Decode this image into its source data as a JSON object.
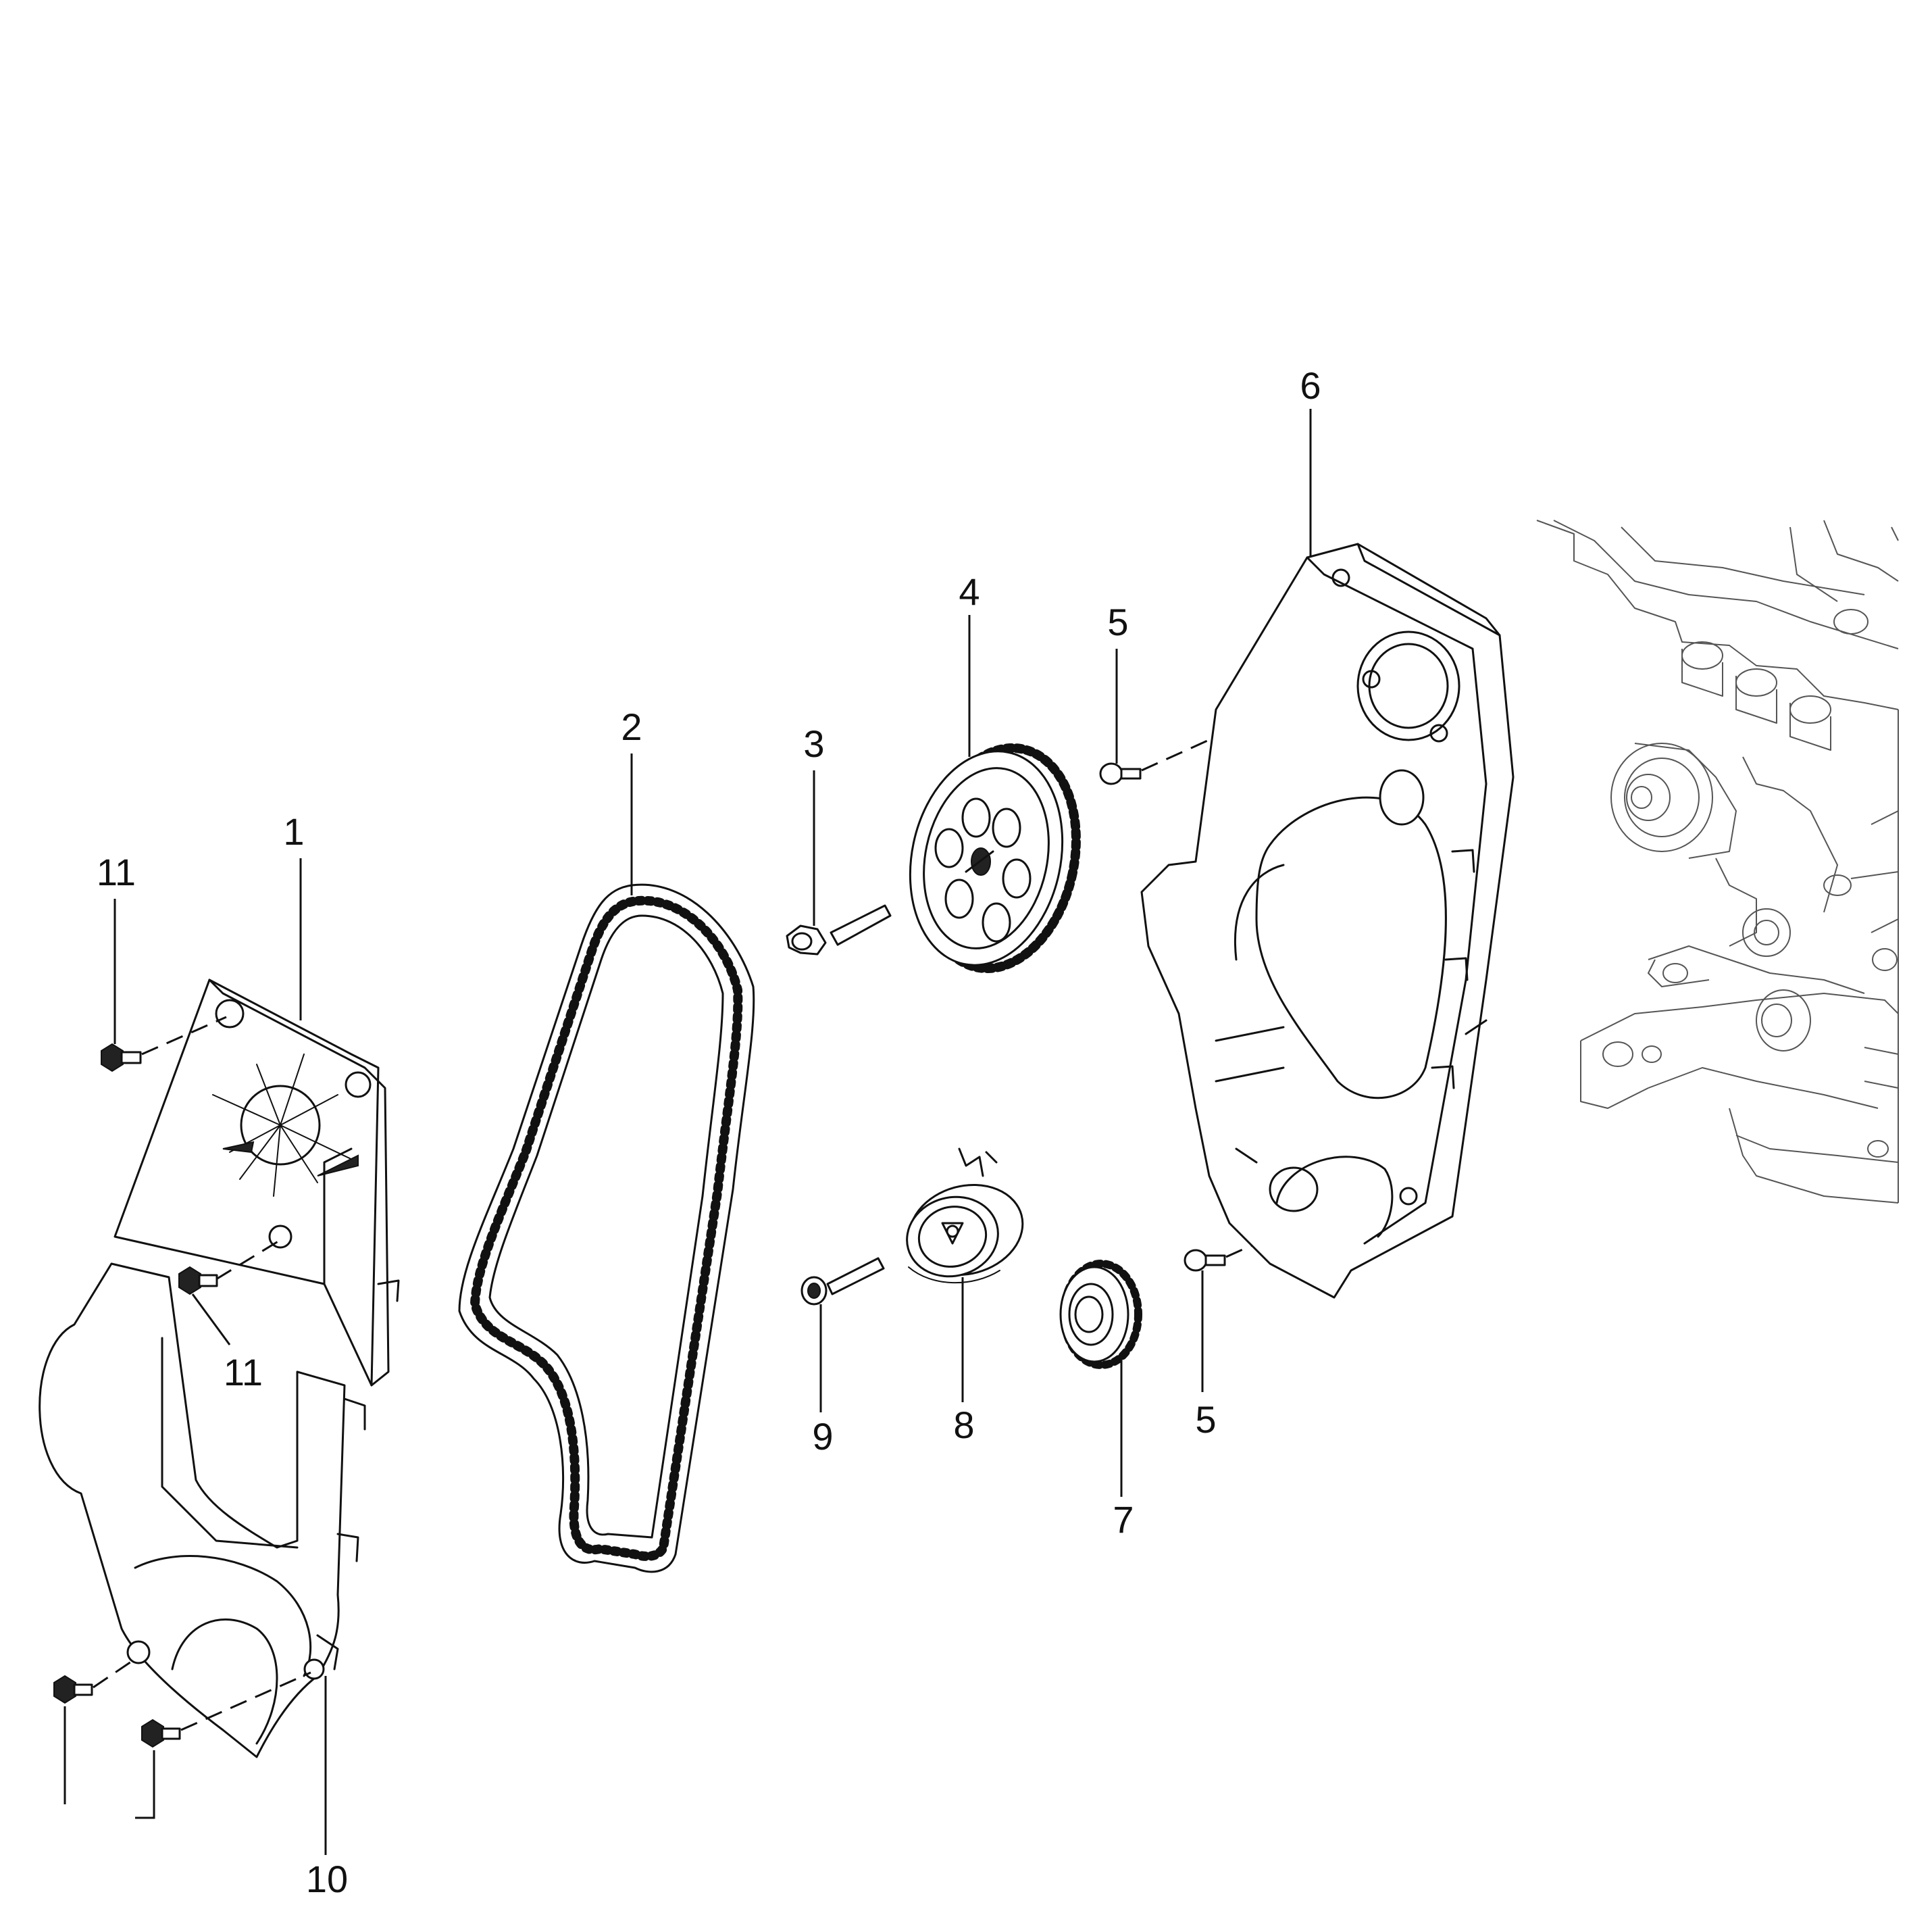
{
  "diagram": {
    "callouts": [
      {
        "id": "c1",
        "label": "1"
      },
      {
        "id": "c2",
        "label": "2"
      },
      {
        "id": "c3",
        "label": "3"
      },
      {
        "id": "c4",
        "label": "4"
      },
      {
        "id": "c5a",
        "label": "5"
      },
      {
        "id": "c5b",
        "label": "5"
      },
      {
        "id": "c6",
        "label": "6"
      },
      {
        "id": "c7",
        "label": "7"
      },
      {
        "id": "c8",
        "label": "8"
      },
      {
        "id": "c9",
        "label": "9"
      },
      {
        "id": "c10",
        "label": "10"
      },
      {
        "id": "c11a",
        "label": "11"
      },
      {
        "id": "c11b",
        "label": "11"
      }
    ]
  }
}
